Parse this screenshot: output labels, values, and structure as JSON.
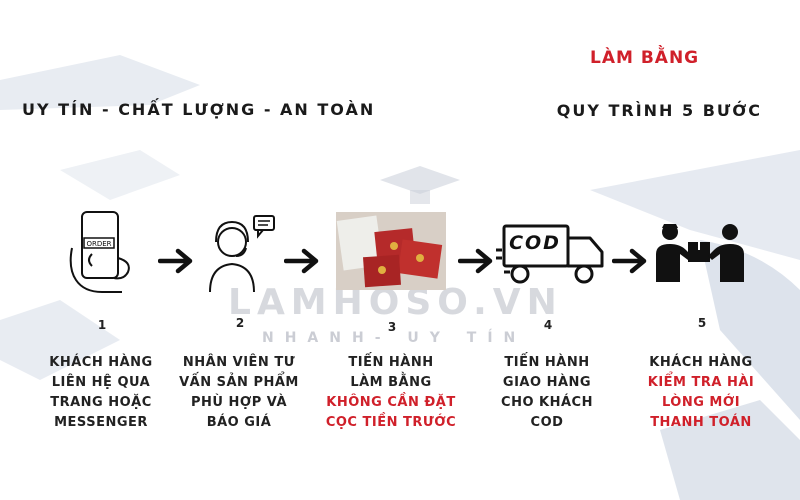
{
  "header": {
    "title_red": "LÀM BẰNG",
    "slogan": "UY TÍN - CHẤT LƯỢNG - AN TOÀN",
    "process": "QUY TRÌNH 5 BƯỚC"
  },
  "watermark": {
    "brand": "LAMHOSO.VN",
    "tagline": "NHANH- UY TÍN"
  },
  "steps": [
    {
      "num": "1",
      "lines": [
        "KHÁCH HÀNG",
        "LIÊN HỆ QUA",
        "TRANG HOẶC",
        "MESSENGER"
      ],
      "highlight": [],
      "icon": "phone-order-icon"
    },
    {
      "num": "2",
      "lines": [
        "NHÂN VIÊN TƯ",
        "VẤN SẢN PHẨM",
        "PHÙ HỢP VÀ",
        "BÁO GIÁ"
      ],
      "highlight": [],
      "icon": "consultant-icon"
    },
    {
      "num": "3",
      "lines": [
        "TIẾN HÀNH",
        "LÀM BẰNG"
      ],
      "highlight": [
        "KHÔNG CẦN ĐẶT",
        "CỌC TIỀN TRƯỚC"
      ],
      "icon": "diploma-photo-icon"
    },
    {
      "num": "4",
      "lines": [
        "TIẾN HÀNH",
        "GIAO HÀNG",
        "CHO KHÁCH",
        "COD"
      ],
      "highlight": [],
      "icon": "cod-truck-icon",
      "truck_label": "COD"
    },
    {
      "num": "5",
      "lines": [
        "KHÁCH HÀNG"
      ],
      "highlight": [
        "KIỂM TRA HÀI",
        "LÒNG MỚI",
        "THANH TOÁN"
      ],
      "icon": "delivery-handover-icon"
    }
  ],
  "colors": {
    "accent": "#d0202a",
    "text": "#1a1a1a",
    "bg_shape": "#e3e8ef"
  }
}
